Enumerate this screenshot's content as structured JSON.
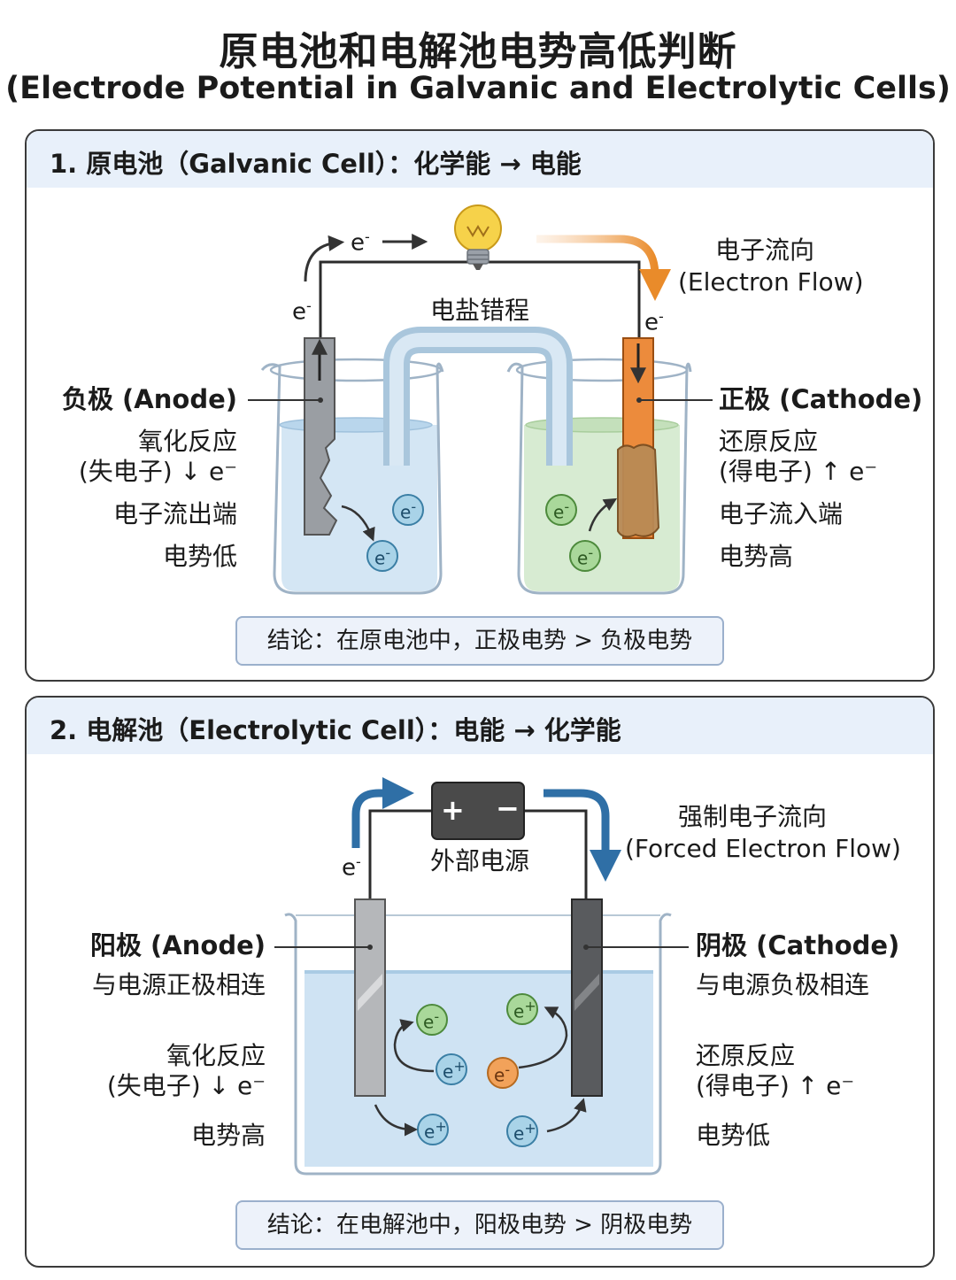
{
  "header": {
    "title_cn": "原电池和电解池电势高低判断",
    "title_en": "(Electrode Potential in Galvanic and Electrolytic Cells)"
  },
  "galvanic": {
    "title": "1. 原电池（Galvanic Cell）：化学能 → 电能",
    "salt_bridge": "电盐错程",
    "flow_title": "电子流向",
    "flow_sub": "(Electron Flow)",
    "electron": "e",
    "electron_charge": "-",
    "anode": {
      "name": "负极 (Anode)",
      "reaction": "氧化反应",
      "electron_change": "(失电子) ↓ e⁻",
      "role": "电子流出端",
      "potential": "电势低"
    },
    "cathode": {
      "name": "正极 (Cathode)",
      "reaction": "还原反应",
      "electron_change": "(得电子) ↑ e⁻",
      "role": "电子流入端",
      "potential": "电势高"
    },
    "conclusion": "结论：在原电池中，正极电势 > 负极电势"
  },
  "electrolytic": {
    "title": "2. 电解池（Electrolytic Cell）：电能 → 化学能",
    "power_label": "外部电源",
    "plus": "+",
    "minus": "−",
    "flow_title": "强制电子流向",
    "flow_sub": "(Forced Electron Flow)",
    "electron": "e",
    "electron_charge": "-",
    "anode": {
      "name": "阳极 (Anode)",
      "connect": "与电源正极相连",
      "reaction": "氧化反应",
      "electron_change": "(失电子) ↓ e⁻",
      "potential": "电势高"
    },
    "cathode": {
      "name": "阴极 (Cathode)",
      "connect": "与电源负极相连",
      "reaction": "还原反应",
      "electron_change": "(得电子) ↑ e⁻",
      "potential": "电势低"
    },
    "conclusion": "结论：在电解池中，阳极电势 > 阴极电势"
  },
  "colors": {
    "panel_header": "#e8f0fa",
    "water_blue": "#cfe3f3",
    "water_green": "#d5ead0",
    "arrow_orange": "#e98b2a",
    "arrow_blue": "#2f6fa6",
    "copper": "#e98b3a",
    "ion_orange": "#f2a25a"
  },
  "icons": [
    "light-bulb-icon",
    "battery-icon"
  ]
}
